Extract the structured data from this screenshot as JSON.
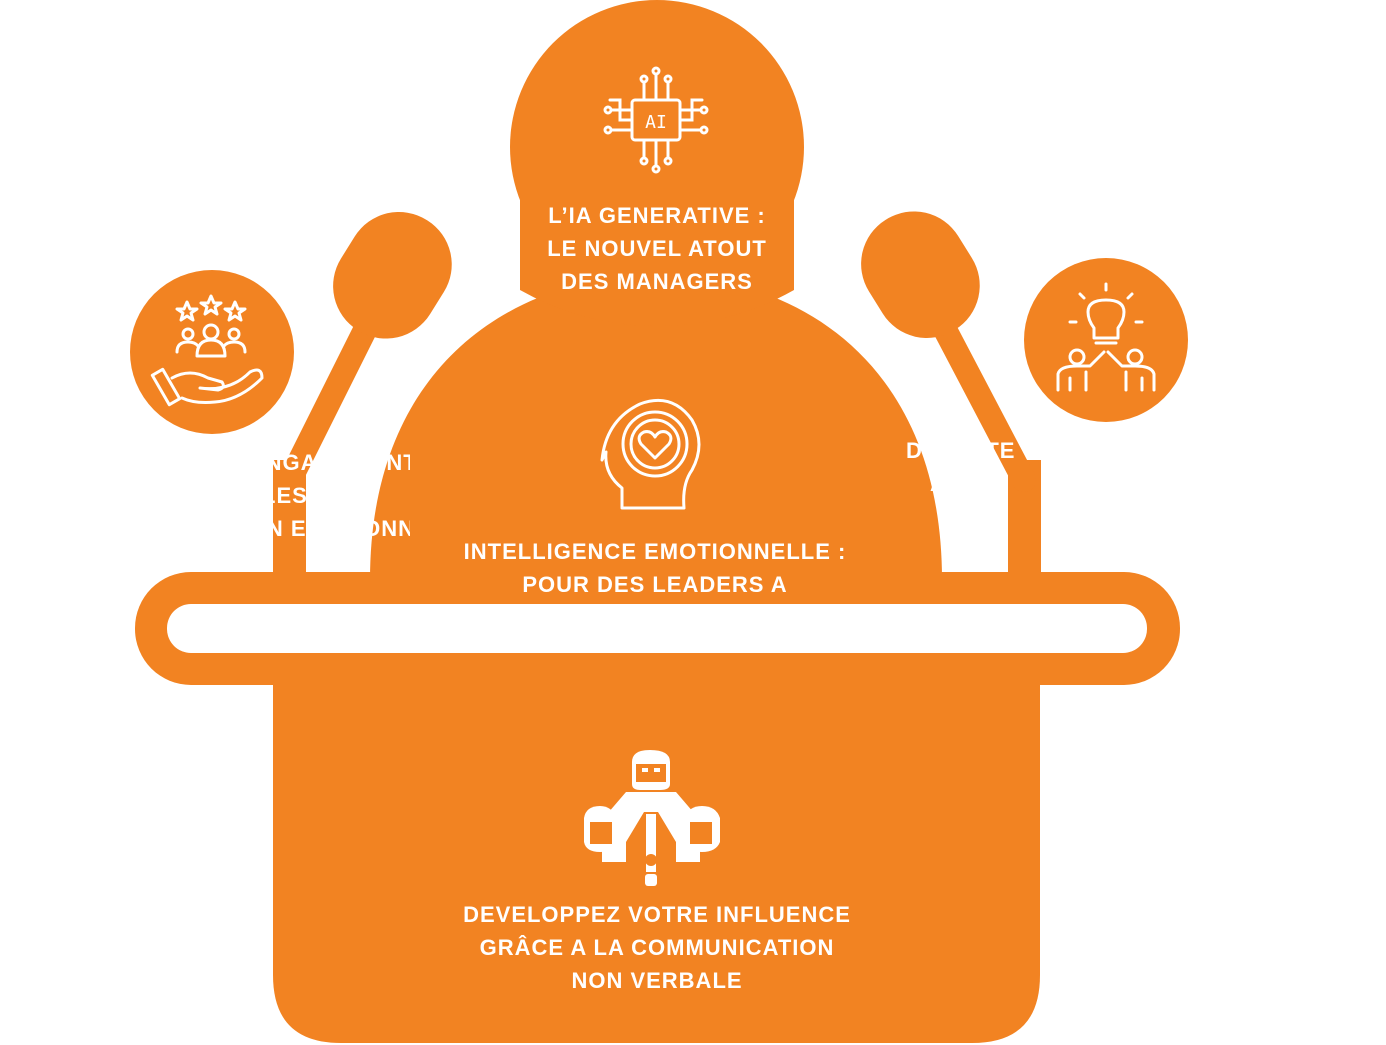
{
  "colors": {
    "accent": "#F28322",
    "background": "#FFFFFF",
    "text": "#FFFFFF"
  },
  "icons": {
    "top": "ai-chip-icon",
    "left": "people-stars-hand-icon",
    "right": "lightbulb-collaboration-icon",
    "head": "heart-mind-icon",
    "podium": "speaker-audience-icon"
  },
  "labels": {
    "top": [
      "L’IA GENERATIVE :",
      "LE NOUVEL ATOUT",
      "DES MANAGERS"
    ],
    "left": [
      "ENGAGEMENT :",
      "LES DEFIS D",
      "UN ENVIRONNEMENT"
    ],
    "right": [
      "DES INTE",
      "ACTE"
    ],
    "middle": [
      "INTELLIGENCE EMOTIONNELLE :",
      "POUR DES LEADERS A"
    ],
    "bottom": [
      "DEVELOPPEZ VOTRE INFLUENCE",
      "GRÂCE A LA COMMUNICATION",
      "NON VERBALE"
    ]
  }
}
